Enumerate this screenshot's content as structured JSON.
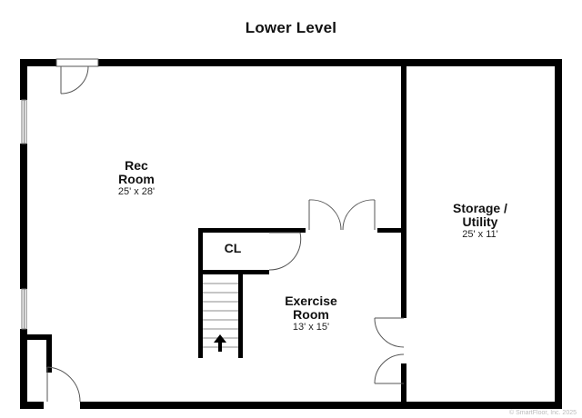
{
  "plan": {
    "title": "Lower Level",
    "rooms": {
      "rec": {
        "name_line1": "Rec",
        "name_line2": "Room",
        "dims": "25' x 28'"
      },
      "storage": {
        "name_line1": "Storage /",
        "name_line2": "Utility",
        "dims": "25' x 11'"
      },
      "exercise": {
        "name_line1": "Exercise",
        "name_line2": "Room",
        "dims": "13' x 15'"
      },
      "closet": {
        "name": "CL"
      }
    },
    "watermark": "© SmartFloor, Inc. 2025"
  },
  "colors": {
    "wall": "#000000",
    "background": "#ffffff",
    "fixture": "#555555"
  }
}
